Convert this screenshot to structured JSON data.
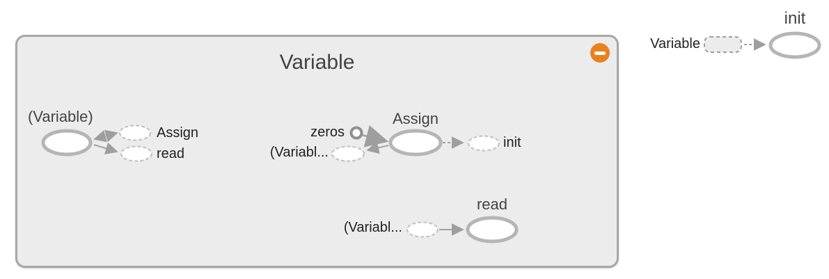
{
  "graph": {
    "group": {
      "title": "Variable",
      "collapse_button_icon": "minus-icon"
    },
    "variable_cluster": {
      "node_label": "(Variable)",
      "assign_annotation": "Assign",
      "read_annotation": "read"
    },
    "assign_cluster": {
      "title": "Assign",
      "zeros_annotation": "zeros",
      "variable_ref_annotation": "(Variabl...",
      "init_annotation": "init"
    },
    "read_cluster": {
      "title": "read",
      "variable_ref_annotation": "(Variabl..."
    },
    "external_init": {
      "title": "init",
      "variable_annotation": "Variable"
    },
    "colors": {
      "group_fill": "#ececec",
      "group_border": "#a7a7a7",
      "node_stroke": "#b5b5b5",
      "proxy_dash_stroke": "#c0c0c0",
      "external_dash_stroke": "#9e9e9e",
      "edge": "#a3a3a3",
      "accent_orange": "#e8821e",
      "title_text": "#434343",
      "annotation_text": "#212121"
    }
  }
}
